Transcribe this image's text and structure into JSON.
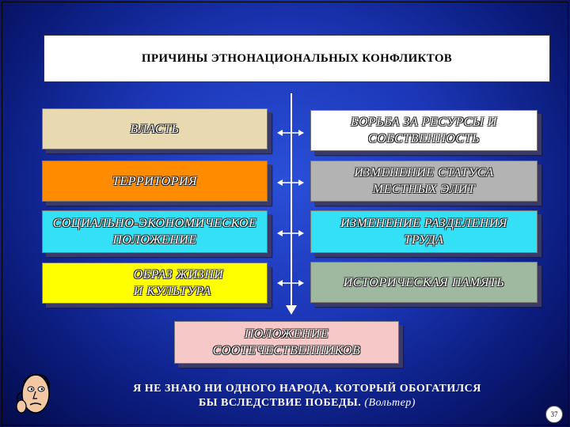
{
  "title": "ПРИЧИНЫ ЭТНОНАЦИОНАЛЬНЫХ КОНФЛИКТОВ",
  "left_causes": [
    {
      "line1": "ВЛАСТЬ",
      "line2": "",
      "color": "#e8d9b0"
    },
    {
      "line1": "ТЕРРИТОРИЯ",
      "line2": "",
      "color": "#ff8c00"
    },
    {
      "line1": "СОЦИАЛЬНО-ЭКОНОМИЧЕСКОЕ",
      "line2": "ПОЛОЖЕНИЕ",
      "color": "#33e0f5"
    },
    {
      "line1": "ОБРАЗ ЖИЗНИ",
      "line2": "И КУЛЬТУРА",
      "color": "#ffff00"
    }
  ],
  "right_causes": [
    {
      "line1": "БОРЬБА ЗА РЕСУРСЫ И",
      "line2": "СОБСТВЕННОСТЬ",
      "color": "#ffffff"
    },
    {
      "line1": "ИЗМЕНЕНИЕ СТАТУСА",
      "line2": "МЕСТНЫХ ЭЛИТ",
      "color": "#b3b3b3"
    },
    {
      "line1": "ИЗМЕНЕНИЕ РАЗДЕЛЕНИЯ",
      "line2": "ТРУДА",
      "color": "#33e0f5"
    },
    {
      "line1": "ИСТОРИЧЕСКАЯ ПАМЯТЬ",
      "line2": "",
      "color": "#9fb8a0"
    }
  ],
  "bottom_cause": {
    "line1": "ПОЛОЖЕНИЕ",
    "line2": "СООТЕЧЕСТВЕННИКОВ",
    "color": "#f7c8c8"
  },
  "quote": {
    "line1": "Я НЕ ЗНАЮ НИ ОДНОГО НАРОДА, КОТОРЫЙ ОБОГАТИЛСЯ",
    "line2": "БЫ ВСЛЕДСТВИЕ ПОБЕДЫ.",
    "author": "(Вольтер)"
  },
  "page_number": "37"
}
